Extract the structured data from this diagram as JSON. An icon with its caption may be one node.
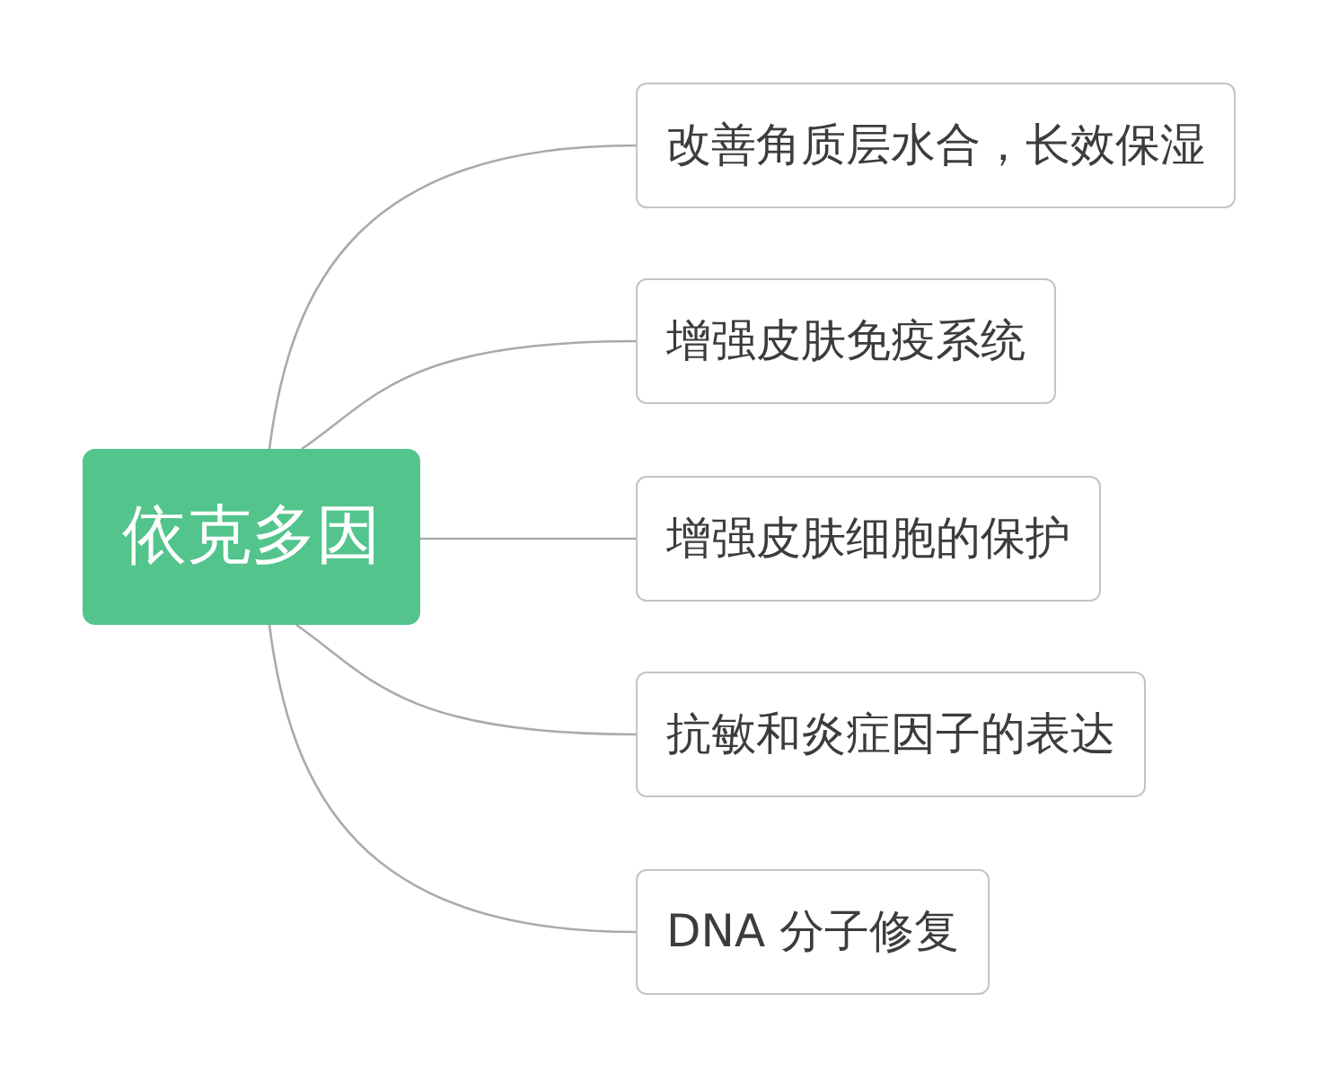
{
  "diagram": {
    "nodes": [
      {
        "text": [
          "依克多因"
        ]
      },
      {
        "text": [
          "改善角质层水合，长效保湿"
        ]
      },
      {
        "text": [
          "增强皮肤免疫系统"
        ]
      },
      {
        "text": [
          "增强皮肤细胞的保护"
        ]
      },
      {
        "text": [
          "抗敏和炎症因子的表达"
        ]
      },
      {
        "text": [
          "DNA 分子修复"
        ]
      }
    ],
    "edges": [
      {
        "from": 0,
        "to": 1,
        "arrow": "none"
      },
      {
        "from": 0,
        "to": 2,
        "arrow": "none"
      },
      {
        "from": 0,
        "to": 3,
        "arrow": "none"
      },
      {
        "from": 0,
        "to": 4,
        "arrow": "none"
      },
      {
        "from": 0,
        "to": 5,
        "arrow": "none"
      }
    ]
  }
}
